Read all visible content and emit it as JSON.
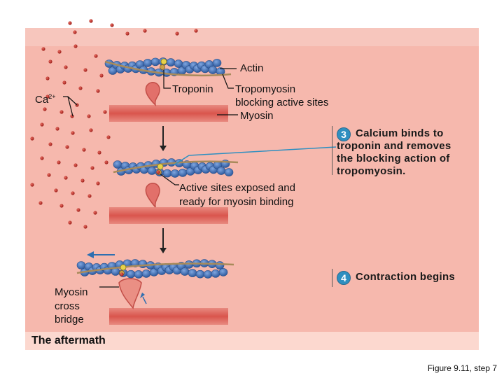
{
  "labels": {
    "actin": "Actin",
    "troponin": "Troponin",
    "tropomyosin": "Tropomyosin",
    "tropomyosin_line2": "blocking active sites",
    "myosin": "Myosin",
    "ca_base": "Ca",
    "ca_sup": "2+",
    "active_sites_line1": "Active sites exposed and",
    "active_sites_line2": "ready for myosin binding",
    "cross_bridge_line1": "Myosin",
    "cross_bridge_line2": "cross",
    "cross_bridge_line3": "bridge"
  },
  "steps": [
    {
      "number": "3",
      "lines": [
        "Calcium binds to",
        "troponin and removes",
        "the blocking action of",
        "tropomyosin."
      ]
    },
    {
      "number": "4",
      "lines": [
        "Contraction begins"
      ]
    }
  ],
  "section_label": "The aftermath",
  "caption": "Figure 9.11, step 7",
  "colors": {
    "panel": "#f6b8ad",
    "actin_bead": "#3f6fb5",
    "tropomyosin": "#a88a5a",
    "myosin": "#e2706a",
    "calcium": "#c0302b",
    "step_badge": "#2f8fc0"
  }
}
